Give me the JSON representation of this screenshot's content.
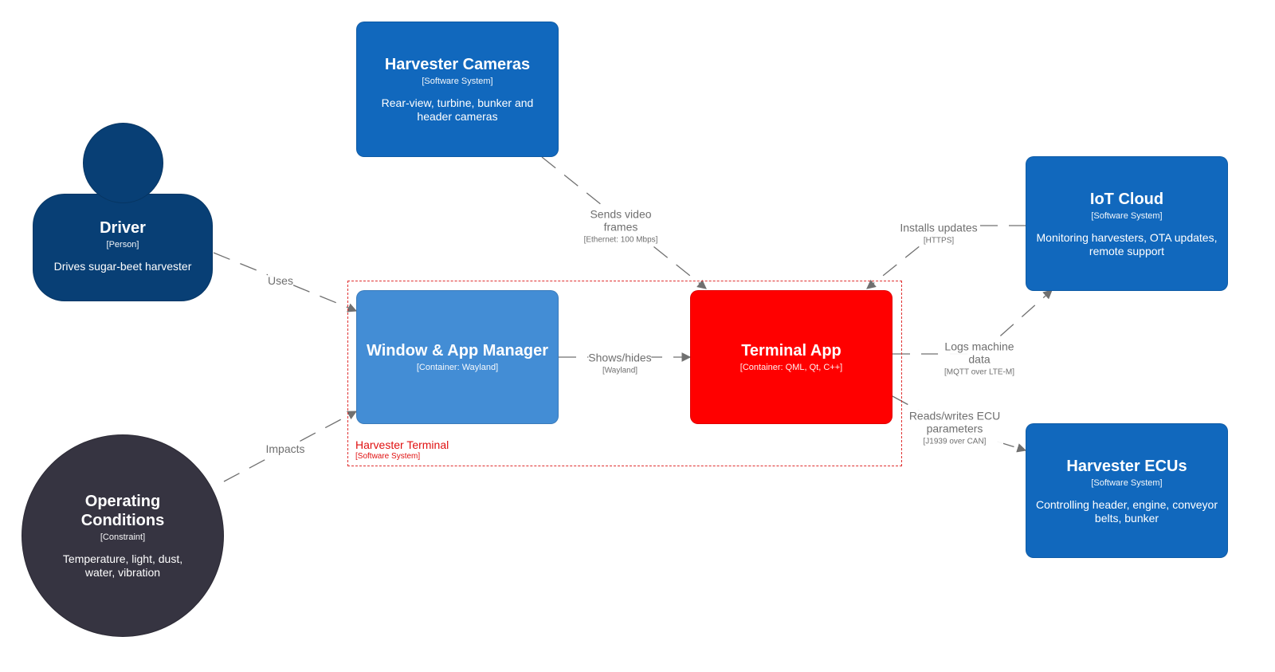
{
  "colors": {
    "person": "#083f75",
    "software_system": "#1168bd",
    "container": "#438dd5",
    "focus_container": "#ff0000",
    "constraint": "#363441",
    "boundary": "#e03030",
    "edge": "#707070"
  },
  "nodes": {
    "driver": {
      "title": "Driver",
      "kind": "[Person]",
      "desc": "Drives sugar-beet harvester"
    },
    "cameras": {
      "title": "Harvester Cameras",
      "kind": "[Software System]",
      "desc": "Rear-view, turbine, bunker and header cameras"
    },
    "iot": {
      "title": "IoT Cloud",
      "kind": "[Software System]",
      "desc": "Monitoring harvesters, OTA updates, remote support"
    },
    "wam": {
      "title": "Window & App Manager",
      "kind": "[Container: Wayland]",
      "desc": ""
    },
    "terminal": {
      "title": "Terminal App",
      "kind": "[Container: QML, Qt, C++]",
      "desc": ""
    },
    "ecus": {
      "title": "Harvester ECUs",
      "kind": "[Software System]",
      "desc": "Controlling header, engine, conveyor belts, bunker"
    },
    "conditions": {
      "title": "Operating Conditions",
      "kind": "[Constraint]",
      "desc": "Temperature, light, dust, water, vibration"
    }
  },
  "boundary": {
    "name": "Harvester Terminal",
    "kind": "[Software System]"
  },
  "edges": {
    "uses": {
      "text": "Uses",
      "tech": ""
    },
    "impacts": {
      "text": "Impacts",
      "tech": ""
    },
    "video": {
      "text": "Sends video frames",
      "tech": "[Ethernet: 100 Mbps]"
    },
    "shows": {
      "text": "Shows/hides",
      "tech": "[Wayland]"
    },
    "updates": {
      "text": "Installs updates",
      "tech": "[HTTPS]"
    },
    "logs": {
      "text": "Logs machine data",
      "tech": "[MQTT over LTE-M]"
    },
    "ecu": {
      "text": "Reads/writes ECU parameters",
      "tech": "[J1939 over CAN]"
    }
  }
}
